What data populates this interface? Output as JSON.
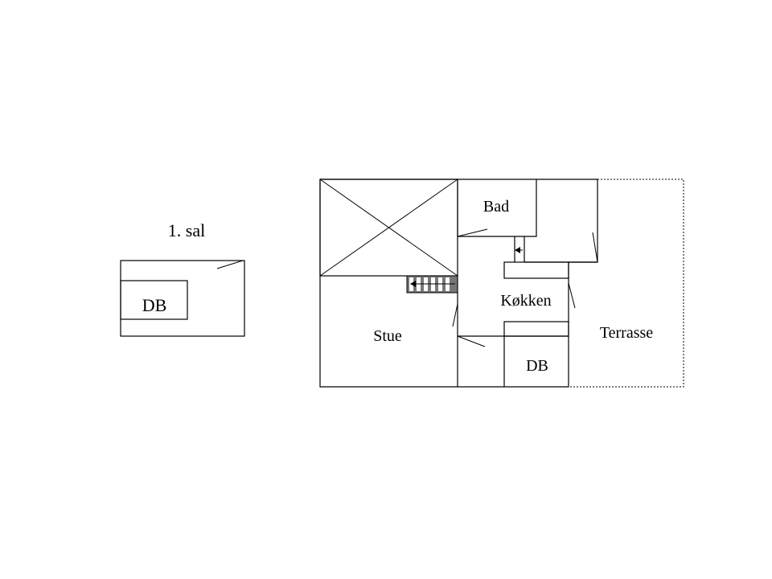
{
  "upper_floor": {
    "title": "1. sal",
    "rooms": [
      {
        "label": "DB"
      }
    ]
  },
  "ground_floor": {
    "rooms": [
      {
        "label": "Bad"
      },
      {
        "label": "Køkken"
      },
      {
        "label": "Stue"
      },
      {
        "label": "DB"
      },
      {
        "label": "Terrasse"
      }
    ]
  },
  "colors": {
    "line": "#000000",
    "stair_fill": "#777777",
    "background": "#ffffff"
  }
}
